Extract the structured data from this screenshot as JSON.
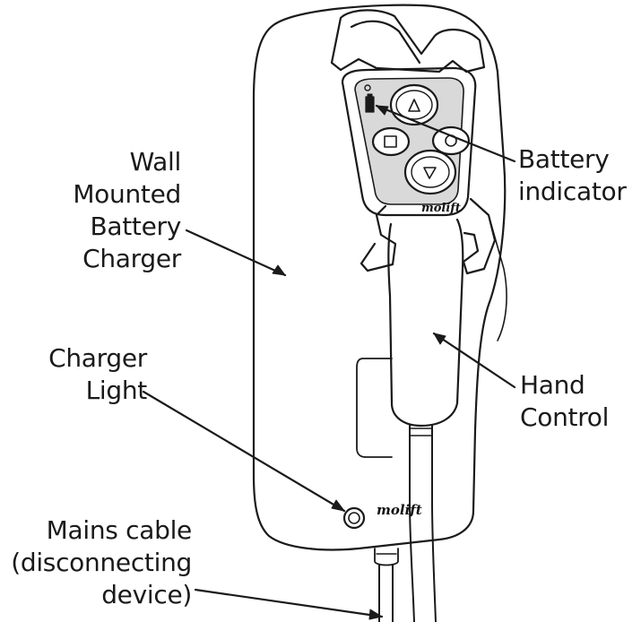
{
  "labels": {
    "wall_charger": "Wall\nMounted\nBattery\nCharger",
    "charger_light": "Charger\nLight",
    "mains_cable": "Mains cable\n(disconnecting\ndevice)",
    "battery_indicator": "Battery\nindicator",
    "hand_control": "Hand\nControl"
  },
  "branding": {
    "hand_control_logo": "molift",
    "charger_logo": "molift"
  },
  "colors": {
    "line": "#1a1a1a",
    "keypad_fill": "#d9d9d9",
    "background": "#ffffff"
  }
}
